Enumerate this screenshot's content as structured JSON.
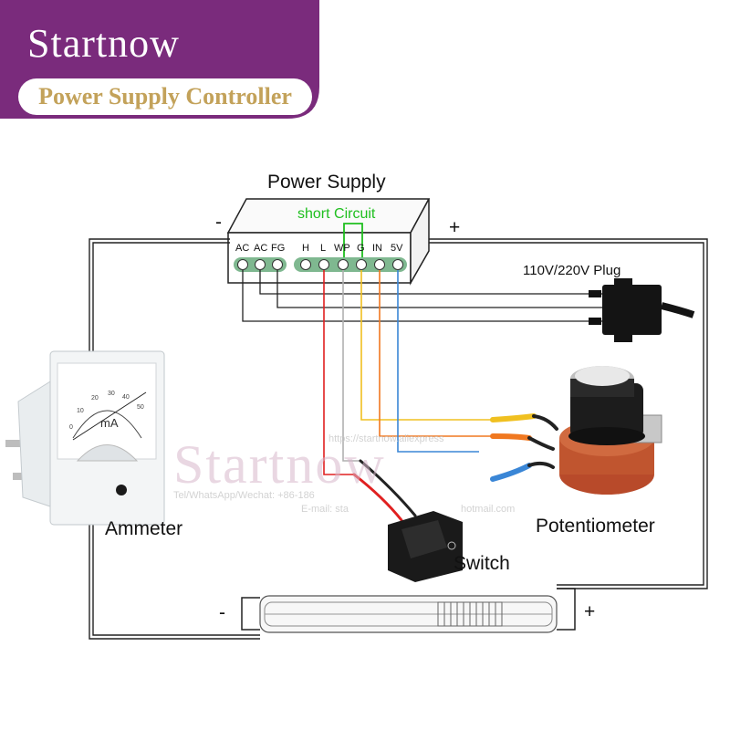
{
  "banner": {
    "brand": "Startnow",
    "subtitle": "Power Supply Controller",
    "colors": {
      "purple": "#7a2b7c",
      "gold": "#c3a25a"
    }
  },
  "power_supply": {
    "title": "Power Supply",
    "minus": "-",
    "plus": "+",
    "short_circuit": "short Circuit",
    "terminals": [
      "AC",
      "AC",
      "FG",
      "H",
      "L",
      "WP",
      "G",
      "IN",
      "5V"
    ]
  },
  "plug": {
    "label": "110V/220V Plug"
  },
  "ammeter": {
    "label": "Ammeter",
    "unit": "mA",
    "scale": [
      "0",
      "10",
      "20",
      "30",
      "40",
      "50"
    ]
  },
  "potentiometer": {
    "label": "Potentiometer"
  },
  "switch": {
    "label": "Switch"
  },
  "laser_tube": {
    "minus": "-",
    "plus": "+"
  },
  "watermark": {
    "brand": "Startnow",
    "contact": "Tel/WhatsApp/Wechat: +86-186",
    "email": "E-mail: sta",
    "email_tail": "hotmail.com",
    "url": "https://startnow.aliexpress"
  },
  "wire_colors": {
    "red": "#e02020",
    "yellow": "#f0c020",
    "orange": "#f07820",
    "blue": "#3a86d6",
    "black": "#222222"
  }
}
